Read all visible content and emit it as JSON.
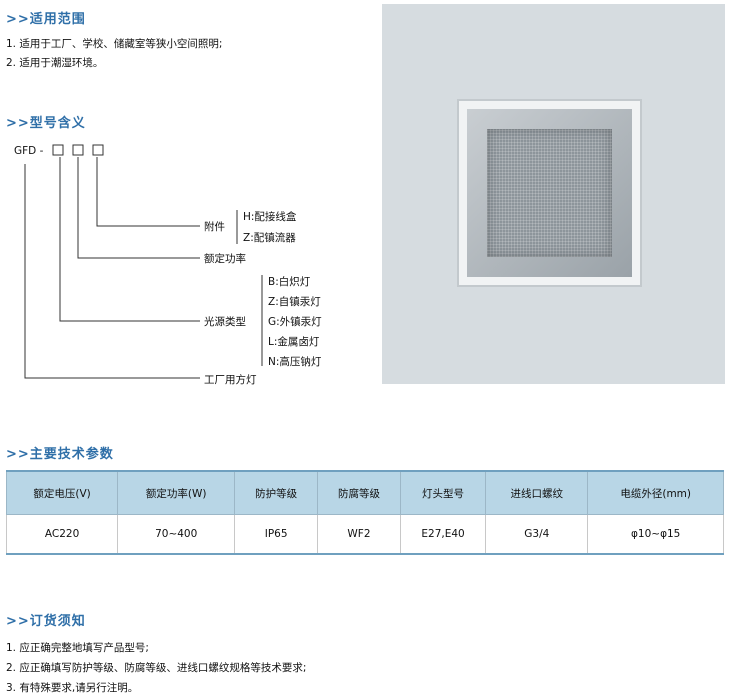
{
  "scope": {
    "title": ">>适用范围",
    "items": [
      "1. 适用于工厂、学校、储藏室等狭小空间照明;",
      "2. 适用于潮湿环境。"
    ]
  },
  "model": {
    "title": ">>型号含义",
    "prefix": "GFD -",
    "accessory_label": "附件",
    "accessory_options": [
      "H:配接线盒",
      "Z:配镇流器"
    ],
    "power_label": "额定功率",
    "light_source_label": "光源类型",
    "light_source_options": [
      "B:白炽灯",
      "Z:自镇汞灯",
      "G:外镇汞灯",
      "L:金属卤灯",
      "N:高压钠灯"
    ],
    "product_label": "工厂用方灯"
  },
  "specs": {
    "title": ">>主要技术参数",
    "headers": [
      "额定电压(V)",
      "额定功率(W)",
      "防护等级",
      "防腐等级",
      "灯头型号",
      "进线口螺纹",
      "电缆外径(mm)"
    ],
    "row": [
      "AC220",
      "70~400",
      "IP65",
      "WF2",
      "E27,E40",
      "G3/4",
      "φ10~φ15"
    ]
  },
  "order": {
    "title": ">>订货须知",
    "items": [
      "1. 应正确完整地填写产品型号;",
      "2. 应正确填写防护等级、防腐等级、进线口螺纹规格等技术要求;",
      "3. 有特殊要求,请另行注明。"
    ]
  },
  "colors": {
    "accent": "#2f6fa8",
    "table_header": "#b8d6e6",
    "photo_bg": "#d6dce0"
  }
}
